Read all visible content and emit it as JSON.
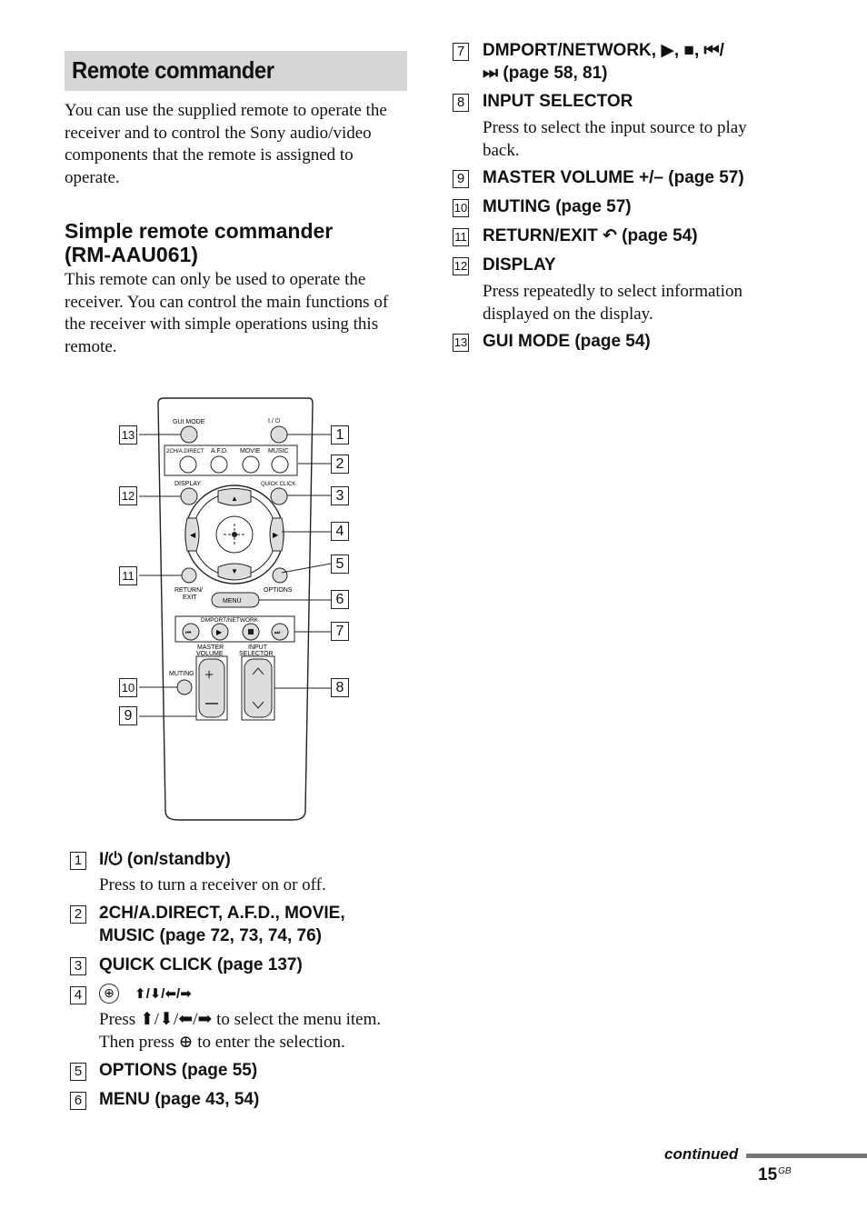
{
  "heading": "Remote commander",
  "intro": "You can use the supplied remote to operate the\nreceiver and to control the Sony audio/video\ncomponents that the remote is assigned to\noperate.",
  "subheading": "Simple remote commander\n(RM-AAU061)",
  "sub_intro": "This remote can only be used to operate the\nreceiver. You can control the main functions of\nthe receiver with simple operations using this\nremote.",
  "items": [
    {
      "num": "1",
      "title": "I/⏻ (on/standby)",
      "desc": "Press to turn a receiver on or off."
    },
    {
      "num": "2",
      "title": "2CH/A.DIRECT, A.F.D., MOVIE,\nMUSIC (page 72, 73, 74, 76)",
      "desc": ""
    },
    {
      "num": "3",
      "title": "QUICK CLICK (page 137)",
      "desc": ""
    },
    {
      "num": "4",
      "title": "⬆/⬇/⬅/➡",
      "desc": "Press ⬆/⬇/⬅/➡ to select the menu item.\nThen press ⊕ to enter the selection."
    },
    {
      "num": "5",
      "title": "OPTIONS (page 55)",
      "desc": ""
    },
    {
      "num": "6",
      "title": "MENU (page 43, 54)",
      "desc": ""
    },
    {
      "num": "7",
      "title": "DMPORT/NETWORK, ▶, ■, ⏮/\n⏭ (page 58, 81)",
      "desc": ""
    },
    {
      "num": "8",
      "title": "INPUT SELECTOR",
      "desc": "Press to select the input source to play\nback."
    },
    {
      "num": "9",
      "title": "MASTER VOLUME +/– (page 57)",
      "desc": ""
    },
    {
      "num": "10",
      "title": "MUTING (page 57)",
      "desc": ""
    },
    {
      "num": "11",
      "title": "RETURN/EXIT ↶ (page 54)",
      "desc": ""
    },
    {
      "num": "12",
      "title": "DISPLAY",
      "desc": "Press repeatedly to select information\ndisplayed on the display."
    },
    {
      "num": "13",
      "title": "GUI MODE (page 54)",
      "desc": ""
    }
  ],
  "remote": {
    "gui_mode": "GUI MODE",
    "power": "I / ⏻",
    "direct": "2CH/A.DIRECT",
    "afd": "A.F.D.",
    "movie": "MOVIE",
    "music": "MUSIC",
    "display": "DISPLAY",
    "quick_click": "QUICK CLICK",
    "return_exit_1": "RETURN/",
    "return_exit_2": "EXIT",
    "options": "OPTIONS",
    "menu": "MENU",
    "dmport": "DMPORT/NETWORK",
    "master_1": "MASTER",
    "master_2": "VOLUME",
    "input_1": "INPUT",
    "input_2": "SELECTOR",
    "muting": "MUTING",
    "callouts": [
      "1",
      "2",
      "3",
      "4",
      "5",
      "6",
      "7",
      "8",
      "9",
      "10",
      "11",
      "12",
      "13"
    ]
  },
  "footer": {
    "continued": "continued",
    "page": "15",
    "page_suffix": "GB"
  }
}
